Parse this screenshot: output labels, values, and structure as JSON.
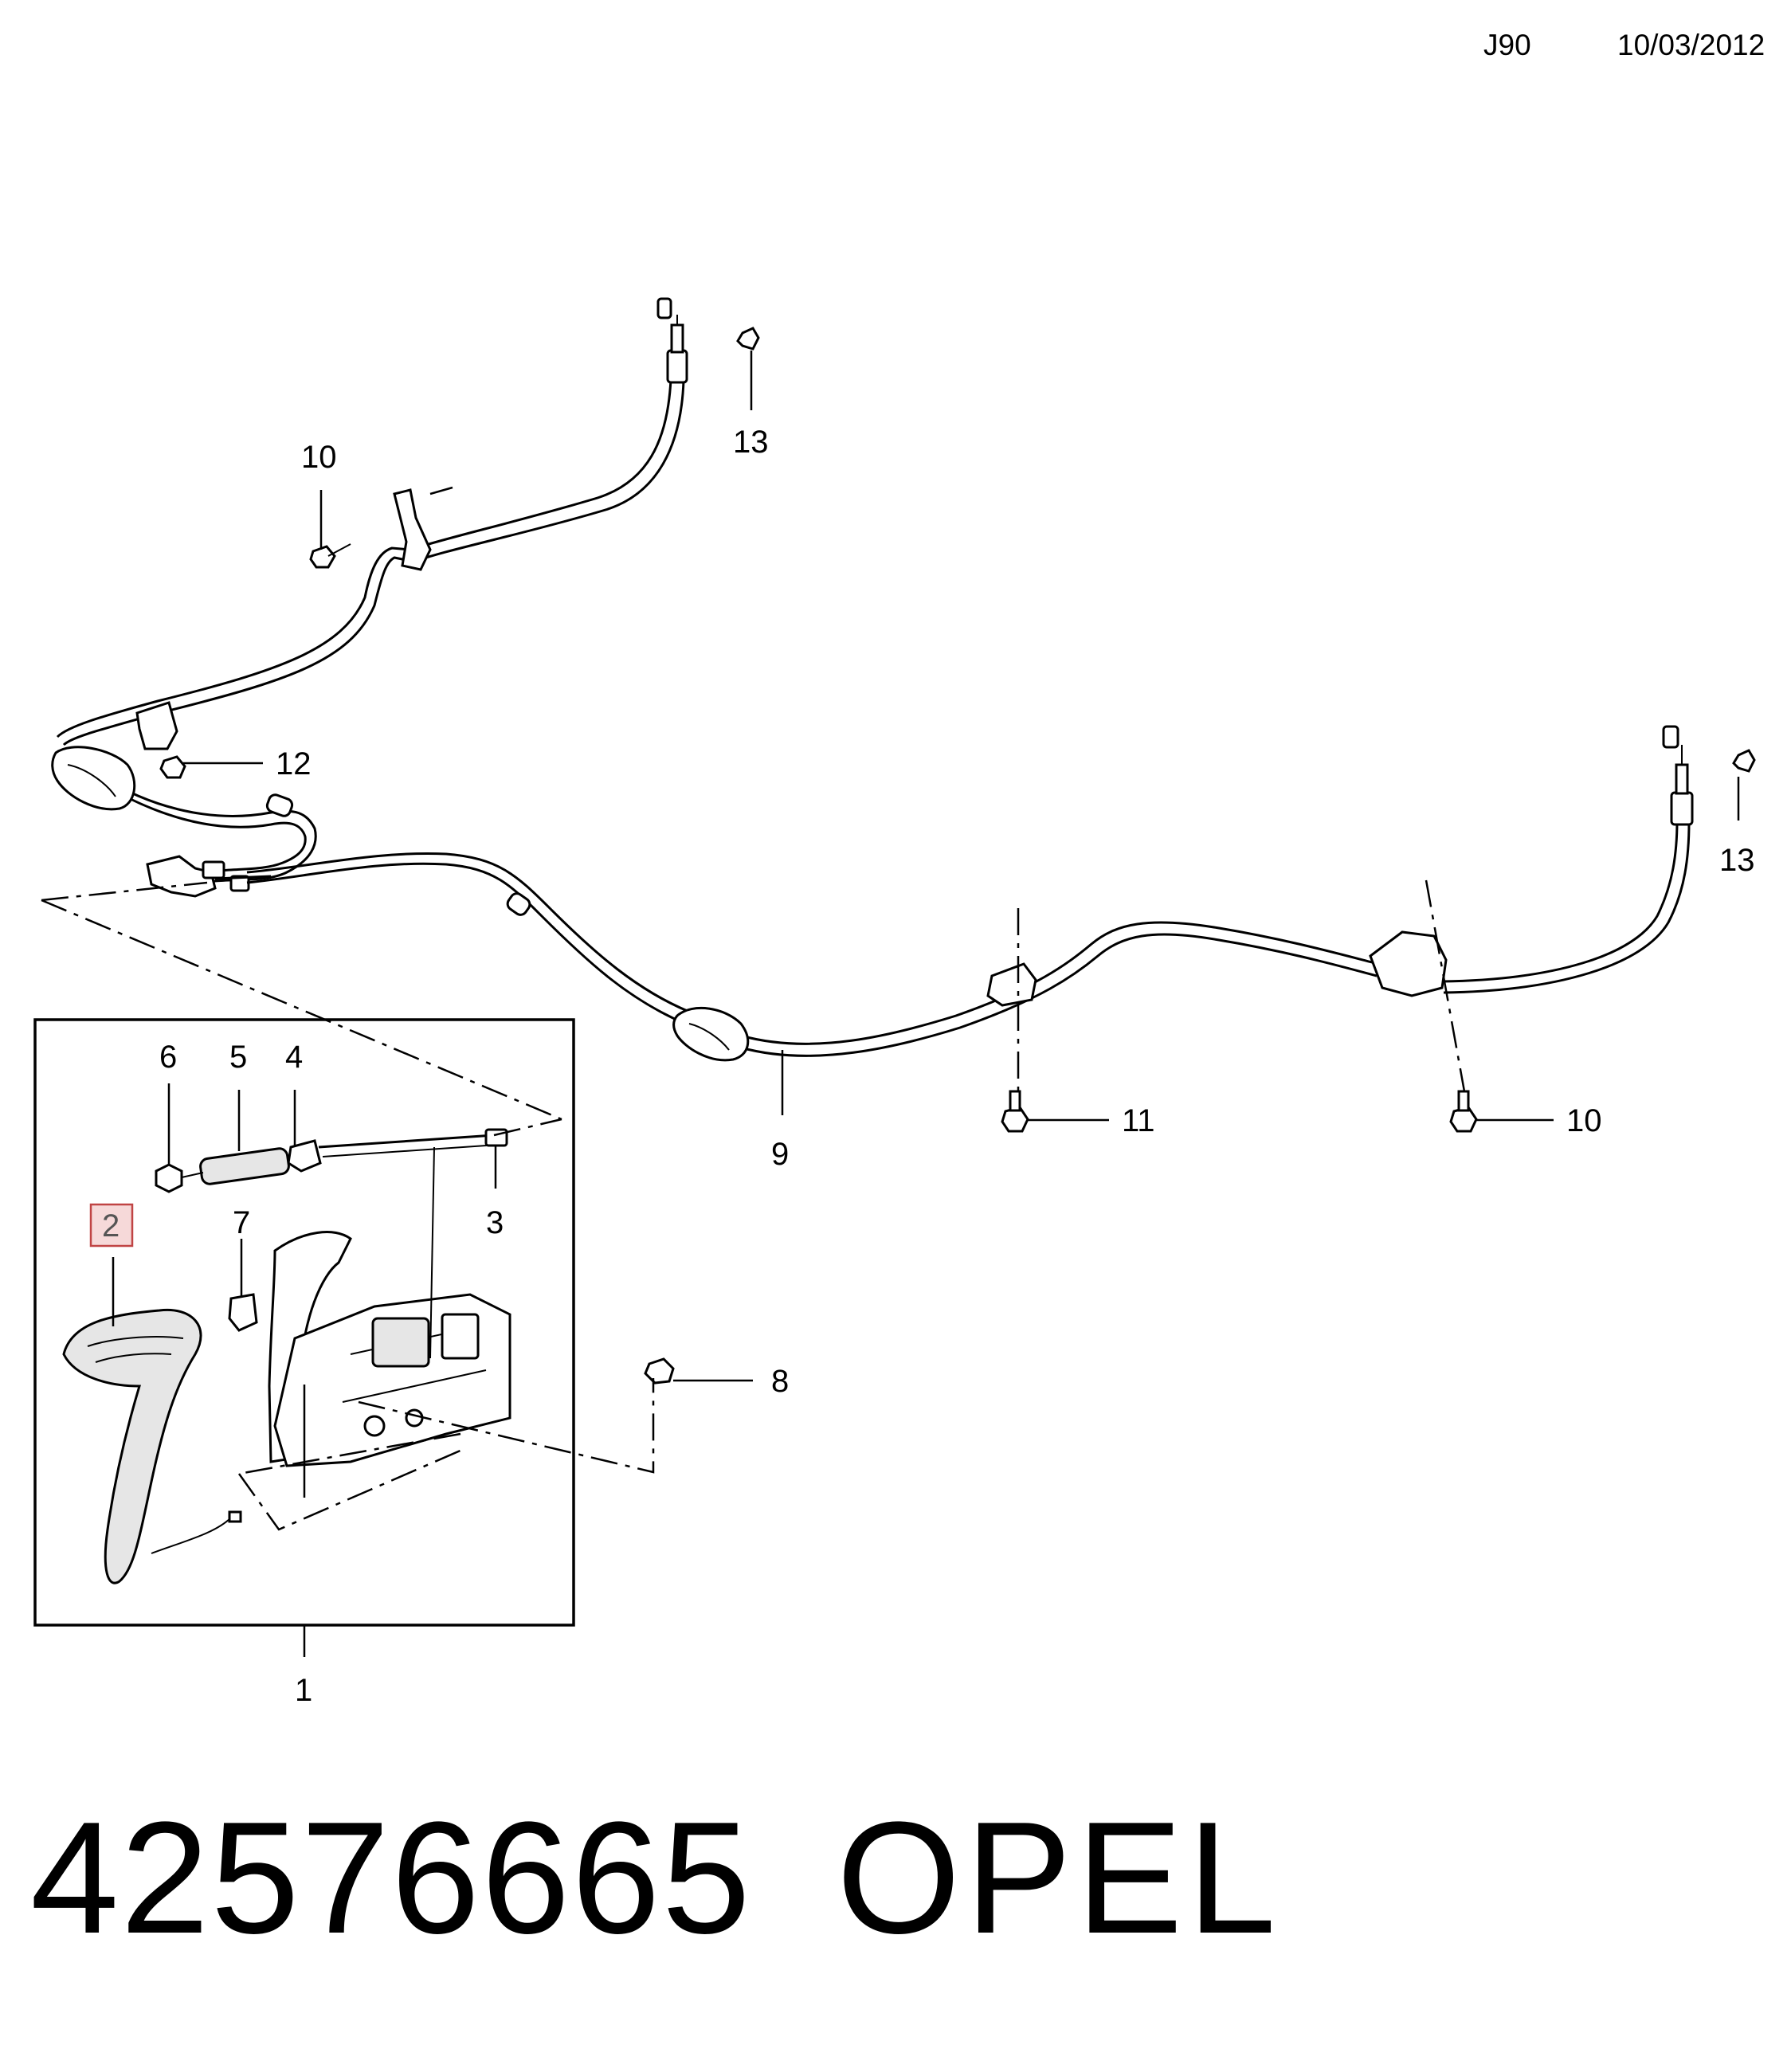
{
  "header": {
    "code": "J90",
    "date": "10/03/2012"
  },
  "callouts": [
    {
      "id": "c1",
      "label": "1"
    },
    {
      "id": "c2",
      "label": "2",
      "highlighted": true
    },
    {
      "id": "c3",
      "label": "3"
    },
    {
      "id": "c4",
      "label": "4"
    },
    {
      "id": "c5",
      "label": "5"
    },
    {
      "id": "c6",
      "label": "6"
    },
    {
      "id": "c7",
      "label": "7"
    },
    {
      "id": "c8",
      "label": "8"
    },
    {
      "id": "c9",
      "label": "9"
    },
    {
      "id": "c10a",
      "label": "10"
    },
    {
      "id": "c10b",
      "label": "10"
    },
    {
      "id": "c11",
      "label": "11"
    },
    {
      "id": "c12",
      "label": "12"
    },
    {
      "id": "c13a",
      "label": "13"
    },
    {
      "id": "c13b",
      "label": "13"
    }
  ],
  "footer": {
    "part_number": "42576665",
    "brand": "OPEL"
  },
  "colors": {
    "highlight_fill": "#f6d9d9",
    "highlight_stroke": "#c04444",
    "line": "#000000"
  }
}
